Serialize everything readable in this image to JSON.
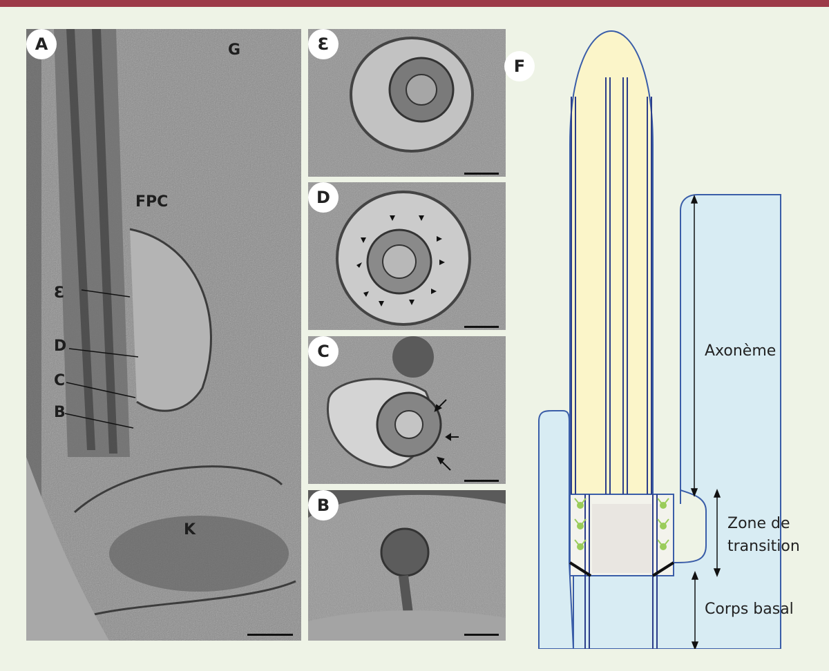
{
  "panels": {
    "A": {
      "badge": "A",
      "labels": {
        "G": "G",
        "FPC": "FPC",
        "E": "Ɛ",
        "D": "D",
        "C": "C",
        "B": "B",
        "K": "K"
      }
    },
    "E": {
      "badge": "Ɛ"
    },
    "D": {
      "badge": "D"
    },
    "C": {
      "badge": "C"
    },
    "B": {
      "badge": "B"
    },
    "F": {
      "badge": "F"
    }
  },
  "diagram": {
    "axoneme": "Axonème",
    "transition_line1": "Zone de",
    "transition_line2": "transition",
    "basal_body": "Corps basal"
  },
  "colors": {
    "top_bar": "#9c3a48",
    "background": "#eef3e6",
    "cilium_fill": "#fbf5c9",
    "cell_fill": "#d8ecf3",
    "outline": "#3a5da8",
    "transition_fibers": "#9acc5a"
  }
}
